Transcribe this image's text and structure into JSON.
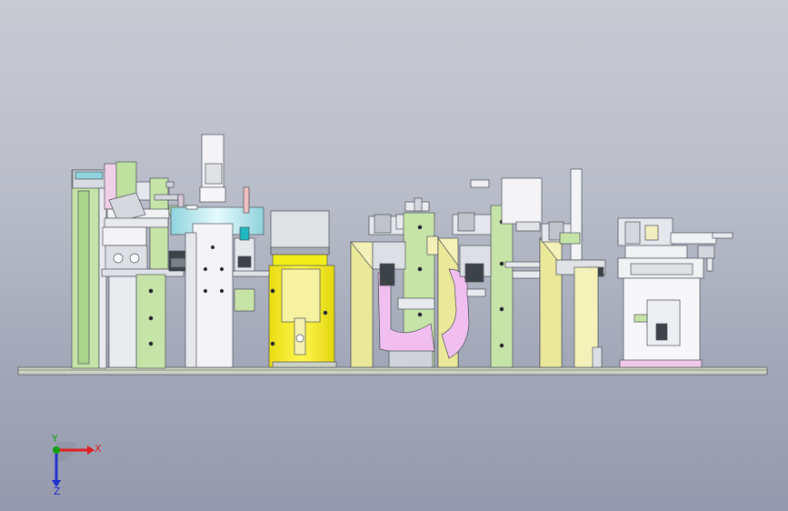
{
  "window": {
    "title": ""
  },
  "triad": {
    "x_label": "X",
    "y_label": "Y",
    "z_label": "Z",
    "x_color": "#e02020",
    "y_color": "#10a010",
    "z_color": "#2030d0"
  },
  "colors": {
    "green": "#c6e4a8",
    "yellow": "#f2ee1a",
    "light_yellow": "#f4f2b8",
    "pink": "#f0bff0",
    "gray": "#d4d6dc",
    "white": "#f7f7f9",
    "cyan": "#aee6ea",
    "base": "#c9cfc0",
    "dark": "#505560"
  }
}
